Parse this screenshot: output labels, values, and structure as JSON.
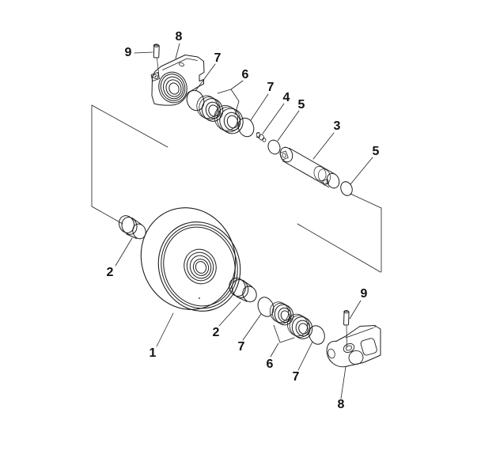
{
  "figure": {
    "type": "exploded-parts-diagram",
    "background_color": "#ffffff",
    "line_color": "#1d1d1d",
    "label_color": "#111111"
  },
  "labels": {
    "pin_top": "9",
    "bracket_top": "8",
    "seal_top_left": "7",
    "bearing_top": "6",
    "seal_top_mid": "7",
    "fitting": "4",
    "oring_mid": "5",
    "shaft": "3",
    "oring_right": "5",
    "bushing_left": "2",
    "wheel": "1",
    "bushing_right": "2",
    "seal_bottom_left": "7",
    "bearing_bottom": "6",
    "seal_bottom_right": "7",
    "pin_bottom": "9",
    "bracket_bottom": "8"
  }
}
